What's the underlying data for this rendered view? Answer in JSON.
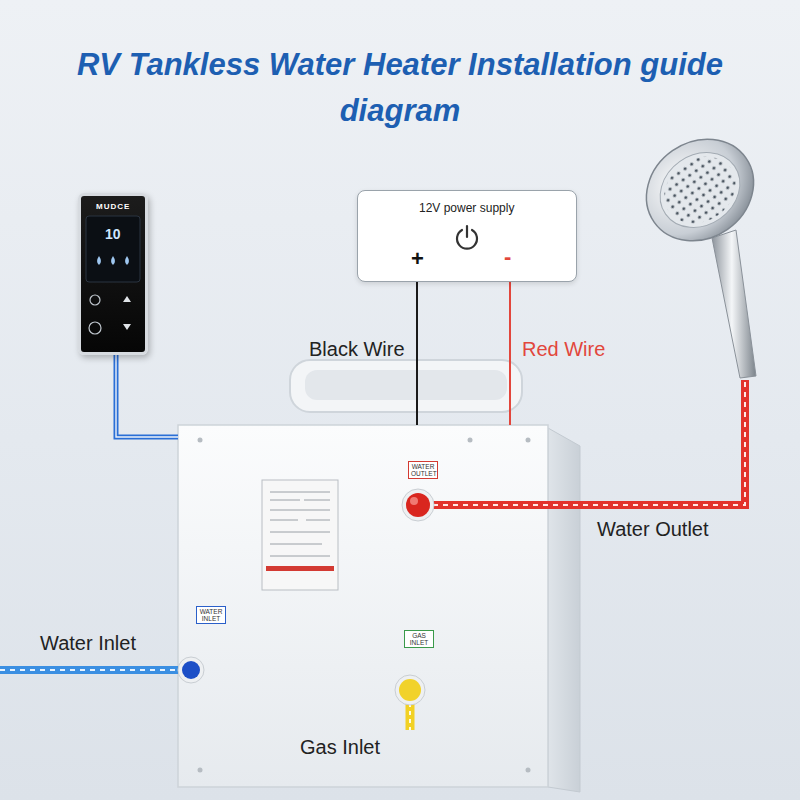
{
  "diagram": {
    "title": "RV Tankless Water Heater Installation guide diagram",
    "nodes": [
      {
        "text": [
          "MUDCE",
          "10"
        ]
      },
      {
        "text": [
          "12V power supply",
          "+",
          "-"
        ]
      },
      {
        "text": [
          "WATER OUTLET",
          "WATER INLET",
          "GAS INLET"
        ]
      }
    ],
    "edges": [
      {
        "from": 1,
        "to": 2,
        "label": "Black Wire",
        "arrow": "none"
      },
      {
        "from": 1,
        "to": 2,
        "label": "Red Wire",
        "arrow": "none"
      },
      {
        "from": 0,
        "to": 2,
        "arrow": "none"
      }
    ],
    "labels": [
      "Water Outlet",
      "Water Inlet",
      "Gas Inlet"
    ]
  }
}
